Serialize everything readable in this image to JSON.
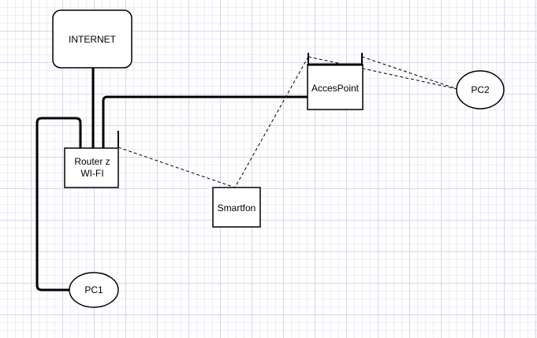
{
  "colors": {
    "stroke": "#000000",
    "grid_major": "#d7d7e8",
    "grid_minor": "#ececf3",
    "background": "#ffffff"
  },
  "nodes": {
    "internet": {
      "label": "INTERNET",
      "shape": "rounded-rectangle"
    },
    "router": {
      "label_line1": "Router z",
      "label_line2": "WI-FI",
      "shape": "rectangle-with-antenna"
    },
    "accespoint": {
      "label": "AccesPoint",
      "shape": "rectangle-with-two-antennas"
    },
    "smartfon": {
      "label": "Smartfon",
      "shape": "rectangle"
    },
    "pc1": {
      "label": "PC1",
      "shape": "ellipse"
    },
    "pc2": {
      "label": "PC2",
      "shape": "ellipse"
    }
  },
  "connections": [
    {
      "from": "internet",
      "to": "router",
      "style": "solid"
    },
    {
      "from": "router",
      "to": "accespoint",
      "style": "solid"
    },
    {
      "from": "router",
      "to": "pc1",
      "style": "solid"
    },
    {
      "from": "router",
      "to": "smartfon",
      "style": "dashed"
    },
    {
      "from": "accespoint",
      "to": "smartfon",
      "style": "dashed"
    },
    {
      "from": "accespoint",
      "to": "pc2",
      "style": "dashed"
    }
  ]
}
